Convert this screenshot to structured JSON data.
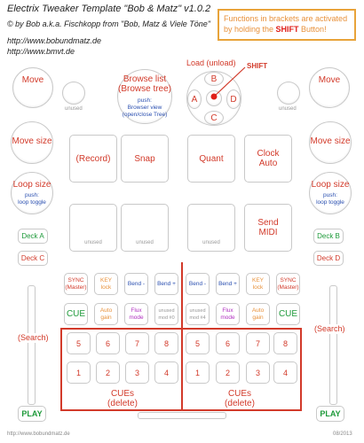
{
  "header": {
    "title": "Electrix Tweaker Template \"Bob & Matz\" v1.0.2",
    "author": "© by Bob a.k.a. Fischkopp from \"Bob, Matz & Viele Töne\"",
    "url1": "http://www.bobundmatz.de",
    "url2": "http://www.bmvt.de"
  },
  "note": {
    "before": "Functions in brackets are activated by holding the ",
    "shift": "SHIFT",
    "after": " Button!"
  },
  "knobs": {
    "move_left": "Move",
    "move_right": "Move",
    "move_size_left": "Move size",
    "move_size_right": "Move size",
    "loop_size_left": "Loop size",
    "loop_size_right": "Loop size",
    "loop_push": "push:",
    "loop_toggle": "loop toggle",
    "unused": "unused"
  },
  "browse": {
    "title1": "Browse list",
    "title2": "(Browse tree)",
    "push1": "push:",
    "push2": "Browser view",
    "push3": "(open/close Tree)"
  },
  "dpad": {
    "load": "Load (unload)",
    "shift": "SHIFT",
    "a": "A",
    "b": "B",
    "c": "C",
    "d": "D"
  },
  "pads": {
    "record": "(Record)",
    "snap": "Snap",
    "quant": "Quant",
    "clock1": "Clock",
    "clock2": "Auto",
    "send1": "Send",
    "send2": "MIDI",
    "unused": "unused"
  },
  "decks": {
    "a": "Deck A",
    "b": "Deck B",
    "c": "Deck C",
    "d": "Deck D"
  },
  "row1": {
    "sync1": "SYNC",
    "sync2": "(Master)",
    "key1": "KEY",
    "key2": "lock",
    "bend_minus": "Bend -",
    "bend_plus": "Bend +"
  },
  "row2": {
    "cue": "CUE",
    "auto1": "Auto",
    "auto2": "gain",
    "flux1": "Flux",
    "flux2": "mode",
    "unused_left1": "unused",
    "unused_left2": "mod #0",
    "unused_right1": "unused",
    "unused_right2": "mod #4"
  },
  "search": "(Search)",
  "cue_numbers_top": [
    "5",
    "6",
    "7",
    "8"
  ],
  "cue_numbers_bottom": [
    "1",
    "2",
    "3",
    "4"
  ],
  "cues_label1": "CUEs",
  "cues_label2": "(delete)",
  "play": "PLAY",
  "footer_url": "http://www.bobundmatz.de",
  "footer_date": "08/2013",
  "colors": {
    "red": "#d23a2a",
    "blue": "#2a4fb0",
    "green": "#1e9a3a",
    "orange": "#e8913a",
    "purple": "#b030c0"
  }
}
